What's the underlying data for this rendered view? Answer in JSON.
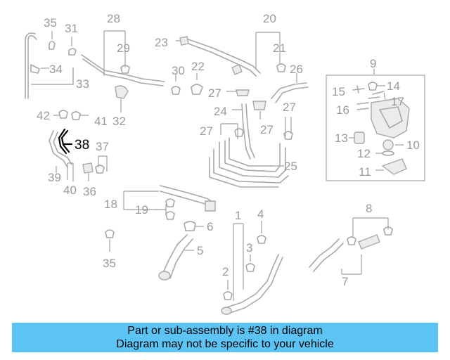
{
  "labels": {
    "p1": "1",
    "p2": "2",
    "p3": "3",
    "p4": "4",
    "p5": "5",
    "p6": "6",
    "p7": "7",
    "p8": "8",
    "p9": "9",
    "p10": "10",
    "p11": "11",
    "p12": "12",
    "p13": "13",
    "p14": "14",
    "p15": "15",
    "p16": "16",
    "p17": "17",
    "p18": "18",
    "p19": "19",
    "p20": "20",
    "p21": "21",
    "p22": "22",
    "p23": "23",
    "p24": "24",
    "p25": "25",
    "p26": "26",
    "p27a": "27",
    "p27b": "27",
    "p27c": "27",
    "p27d": "27",
    "p28": "28",
    "p29": "29",
    "p30": "30",
    "p31": "31",
    "p32": "32",
    "p33": "33",
    "p34": "34",
    "p35a": "35",
    "p35b": "35",
    "p36": "36",
    "p37": "37",
    "p38": "38",
    "p39": "39",
    "p40": "40",
    "p41": "41",
    "p42": "42"
  },
  "highlighted_part": "38",
  "banner": {
    "line1": "Part or sub-assembly is #38 in diagram",
    "line2": "Diagram may not be specific to your vehicle"
  },
  "colors": {
    "banner": "#5bc4f5",
    "highlight": "#000000",
    "parts": "#a8a8a8"
  }
}
